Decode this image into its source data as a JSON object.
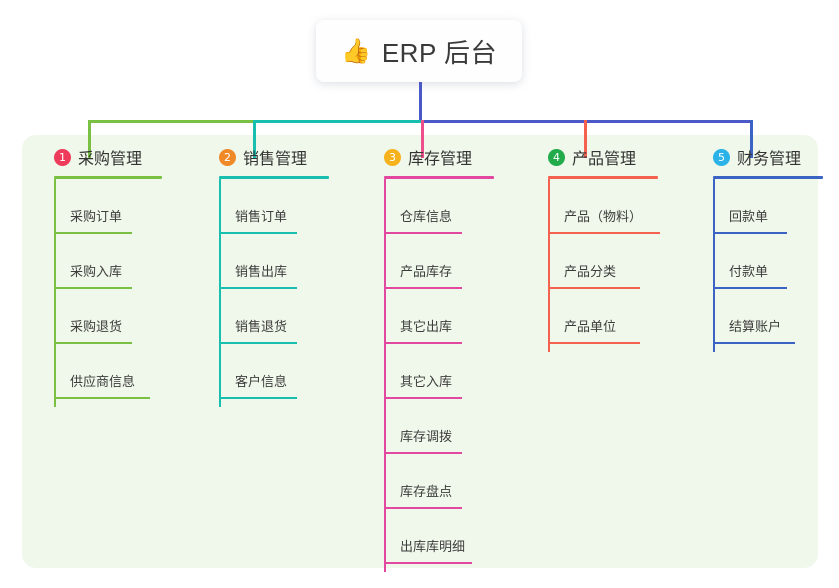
{
  "diagram": {
    "type": "mind-map",
    "background_color": "#ffffff",
    "panel_color": "#eff8ea",
    "root": {
      "icon": "thumbs-up-icon",
      "icon_glyph": "👍",
      "title": "ERP 后台"
    },
    "connector_colors": {
      "root_stem": "#4b58c8",
      "segment_green": "#7ac043",
      "segment_teal": "#19bfae",
      "segment_blue": "#4b58c8"
    },
    "branches": [
      {
        "index": "1",
        "title": "采购管理",
        "badge_color": "#ef3b5b",
        "accent_color": "#7ac043",
        "drop_color": "#7ac043",
        "items": [
          {
            "label": "采购订单"
          },
          {
            "label": "采购入库"
          },
          {
            "label": "采购退货"
          },
          {
            "label": "供应商信息"
          }
        ]
      },
      {
        "index": "2",
        "title": "销售管理",
        "badge_color": "#f08a28",
        "accent_color": "#19bfae",
        "drop_color": "#19bfae",
        "items": [
          {
            "label": "销售订单"
          },
          {
            "label": "销售出库"
          },
          {
            "label": "销售退货"
          },
          {
            "label": "客户信息"
          }
        ]
      },
      {
        "index": "3",
        "title": "库存管理",
        "badge_color": "#f5b21c",
        "accent_color": "#e2489f",
        "drop_color": "#ef4e8c",
        "items": [
          {
            "label": "仓库信息"
          },
          {
            "label": "产品库存"
          },
          {
            "label": "其它出库"
          },
          {
            "label": "其它入库"
          },
          {
            "label": "库存调拨"
          },
          {
            "label": "库存盘点"
          },
          {
            "label": "出库库明细"
          }
        ]
      },
      {
        "index": "4",
        "title": "产品管理",
        "badge_color": "#22ab4b",
        "accent_color": "#f4614f",
        "drop_color": "#f4614f",
        "items": [
          {
            "label": "产品（物料）"
          },
          {
            "label": "产品分类"
          },
          {
            "label": "产品单位"
          }
        ]
      },
      {
        "index": "5",
        "title": "财务管理",
        "badge_color": "#2bb3e8",
        "accent_color": "#3a63c4",
        "drop_color": "#3a63c4",
        "items": [
          {
            "label": "回款单"
          },
          {
            "label": "付款单"
          },
          {
            "label": "结算账户"
          }
        ]
      }
    ]
  }
}
